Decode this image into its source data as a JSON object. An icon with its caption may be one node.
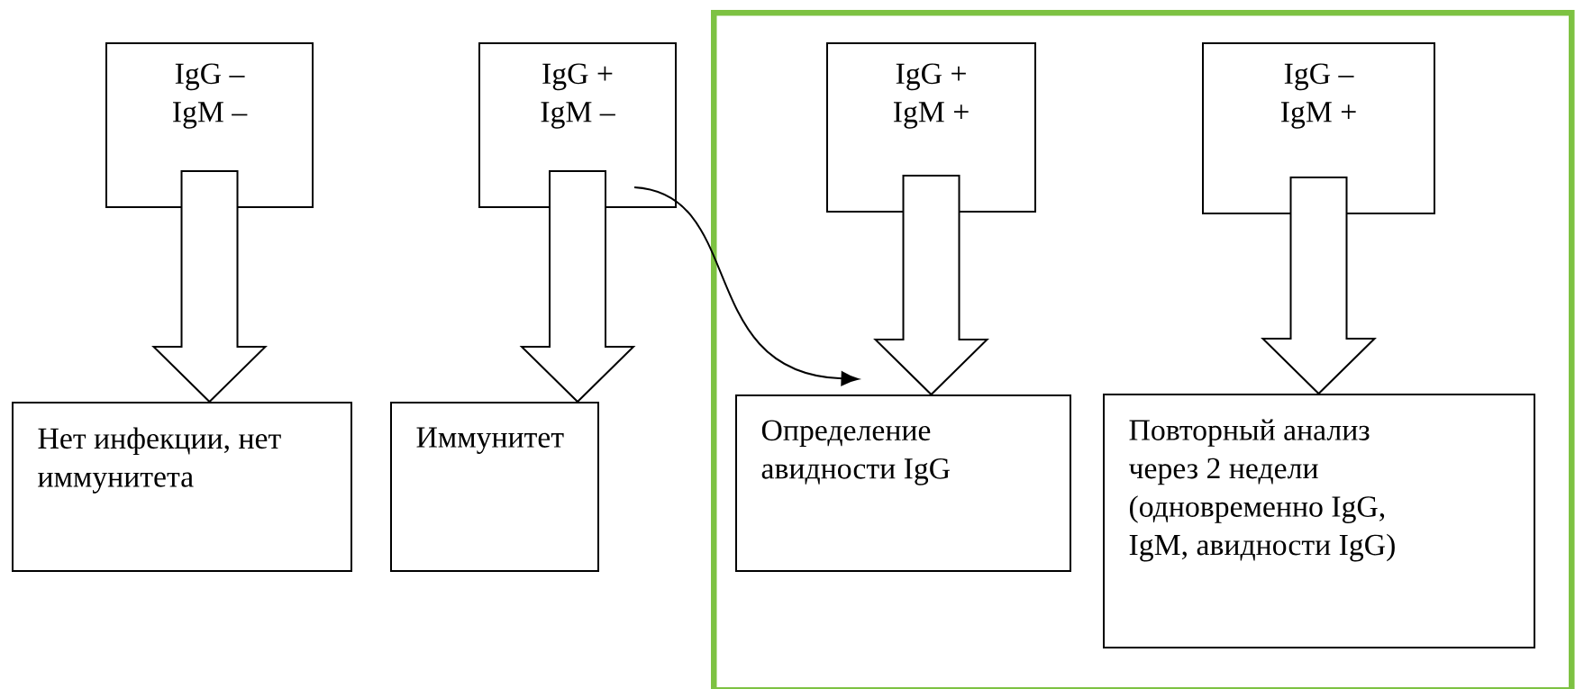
{
  "diagram": {
    "nodes": [
      {
        "text": [
          "IgG – IgM –"
        ]
      },
      {
        "text": [
          "IgG + IgM –"
        ]
      },
      {
        "text": [],
        "shape": "box"
      },
      {
        "text": [
          "IgG + IgM +"
        ],
        "in": 2
      },
      {
        "text": [
          "IgG – IgM +"
        ],
        "in": 2
      },
      {
        "text": [
          "Нет инфекции, нет иммунитета"
        ]
      },
      {
        "text": [
          "Иммунитет"
        ]
      },
      {
        "text": [
          "Определение авидности IgG"
        ],
        "in": 2
      },
      {
        "text": [
          "Повторный анализ через 2 недели (одновременно IgG, IgM, авидности IgG)"
        ],
        "in": 2
      }
    ],
    "edges": [
      {
        "from": 0,
        "to": 5,
        "arrow": "to",
        "style": "thick"
      },
      {
        "from": 1,
        "to": 6,
        "arrow": "to",
        "style": "thick"
      },
      {
        "from": 3,
        "to": 7,
        "arrow": "to",
        "style": "thick"
      },
      {
        "from": 4,
        "to": 8,
        "arrow": "to",
        "style": "thick"
      },
      {
        "from": 1,
        "to": 7,
        "arrow": "to"
      }
    ]
  }
}
